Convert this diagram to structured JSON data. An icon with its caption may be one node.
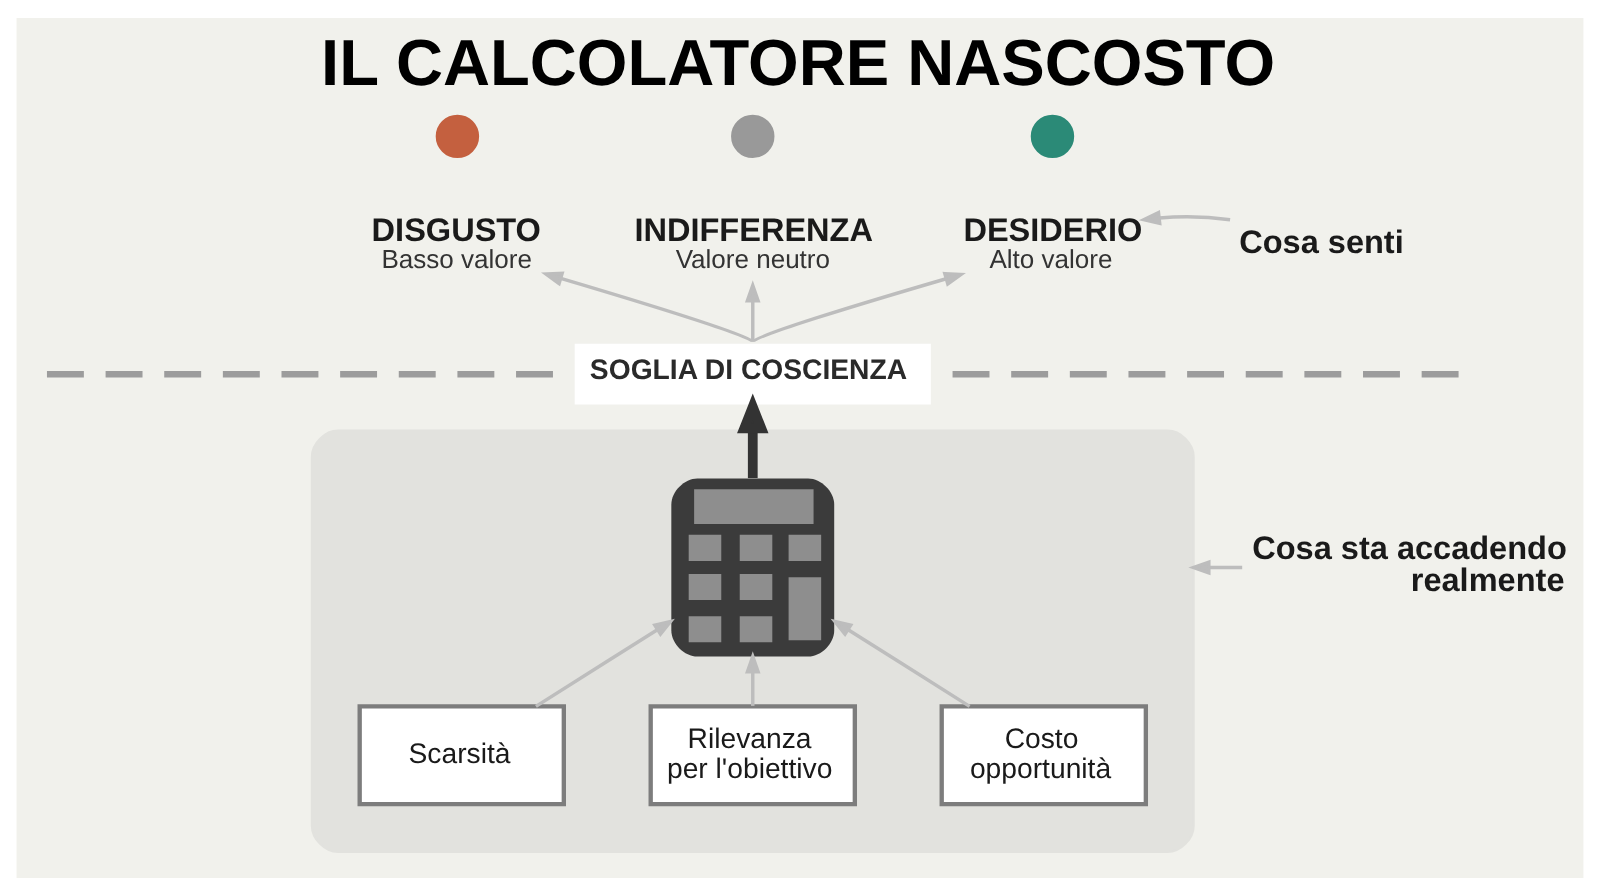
{
  "diagram": {
    "title": "IL CALCOLATORE NASCOSTO",
    "nodes": [
      {
        "text": [],
        "shape": "circle"
      },
      {
        "text": [],
        "shape": "circle"
      },
      {
        "text": [],
        "shape": "circle"
      },
      {
        "text": [
          "DISGUSTO",
          "Basso valore"
        ]
      },
      {
        "text": [
          "INDIFFERENZA",
          "Valore neutro"
        ]
      },
      {
        "text": [
          "DESIDERIO",
          "Alto valore"
        ]
      },
      {
        "text": [
          "Cosa senti"
        ]
      },
      {
        "text": [
          "SOGLIA DI COSCIENZA"
        ]
      },
      {
        "text": [],
        "shape": "box"
      },
      {
        "text": [],
        "shape": "picture",
        "in": 8
      },
      {
        "text": [
          "Scarsità"
        ],
        "in": 8
      },
      {
        "text": [
          "Rilevanza per l'obiettivo"
        ],
        "in": 8
      },
      {
        "text": [
          "Costo opportunità"
        ],
        "in": 8
      },
      {
        "text": [
          "Cosa sta accadendo realmente"
        ]
      }
    ],
    "edges": [
      {
        "from": 6,
        "to": 5,
        "arrow": "to"
      },
      {
        "from": 7,
        "to": 3,
        "arrow": "to"
      },
      {
        "from": 7,
        "to": 4,
        "arrow": "to"
      },
      {
        "from": 7,
        "to": 5,
        "arrow": "to"
      },
      {
        "from": 9,
        "to": 7,
        "arrow": "to",
        "style": "thick",
        "color": "#333333"
      },
      {
        "from": 10,
        "to": 9,
        "arrow": "to"
      },
      {
        "from": 11,
        "to": 9,
        "arrow": "to"
      },
      {
        "from": 12,
        "to": 9,
        "arrow": "to"
      },
      {
        "from": 13,
        "to": 8,
        "arrow": "to"
      }
    ]
  }
}
